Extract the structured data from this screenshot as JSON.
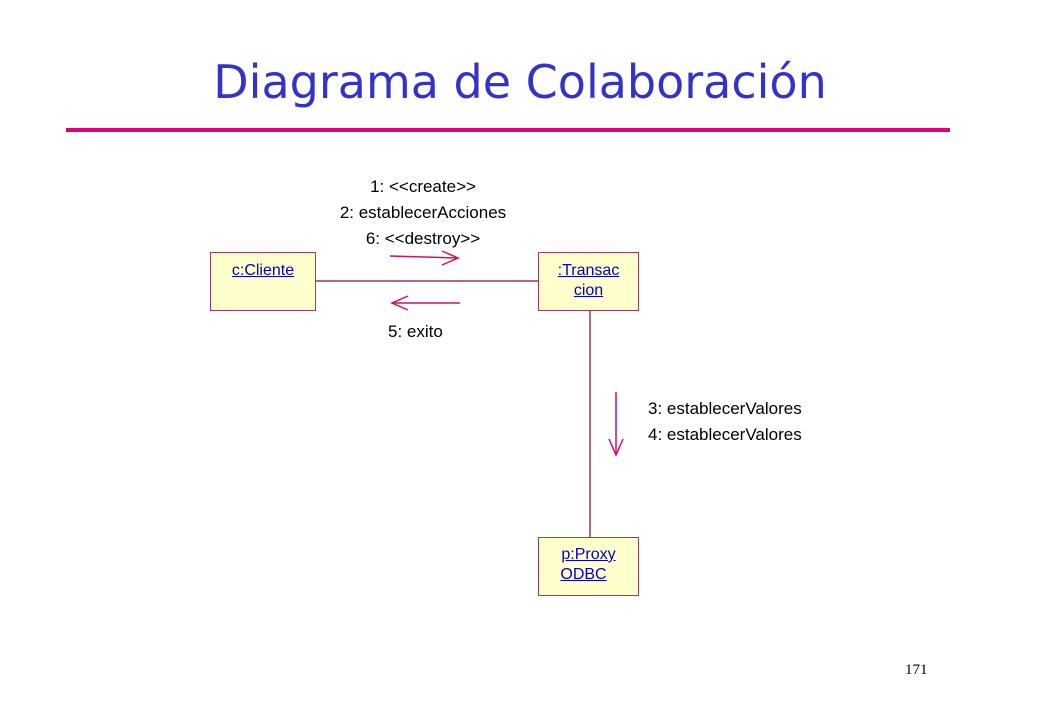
{
  "title": "Diagrama de Colaboración",
  "objects": {
    "cliente": "c:Cliente",
    "transaccion_line1": ":Transac",
    "transaccion_line2": "cion",
    "proxy_line1": "p:Proxy",
    "proxy_line2": "ODBC"
  },
  "messages": {
    "to_transaccion": [
      "1: <<create>>",
      "2: establecerAcciones",
      "6: <<destroy>>"
    ],
    "to_cliente": [
      "5: exito"
    ],
    "to_proxy": [
      "3: establecerValores",
      "4: establecerValores"
    ]
  },
  "page_number": "171",
  "colors": {
    "title": "#3333cc",
    "rule": "#e0007a",
    "object_fill": "#ffffcc",
    "link": "#9e3a5a",
    "object_text": "#0000cc"
  }
}
